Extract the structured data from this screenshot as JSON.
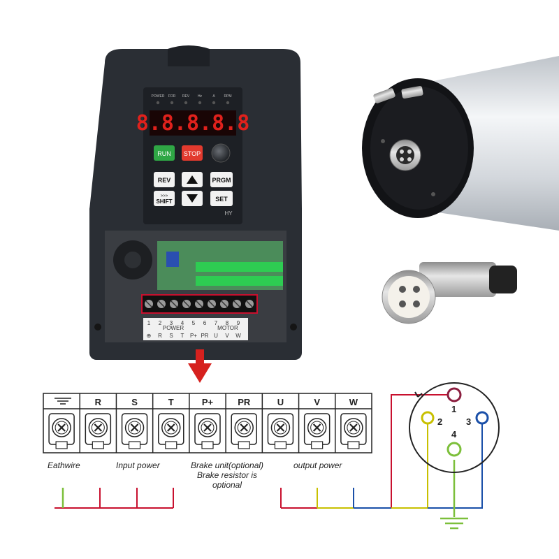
{
  "vfd": {
    "leds": [
      "POWER",
      "FOR",
      "REV",
      "Hz",
      "A",
      "RPM"
    ],
    "display": "8.8.8.8.8",
    "buttons": {
      "run": "RUN",
      "stop": "STOP",
      "rev": "REV",
      "prgm": "PRGM",
      "shift_top": ">>>",
      "shift": "SHIFT",
      "set": "SET"
    },
    "brand": "HY",
    "label_numbers": [
      "1",
      "2",
      "3",
      "4",
      "5",
      "6",
      "7",
      "8",
      "9"
    ],
    "label_bottom": [
      "⊕",
      "R",
      "S",
      "T",
      "P+",
      "PR",
      "U",
      "V",
      "W"
    ],
    "label_power": "POWER",
    "label_motor": "MOTOR"
  },
  "terminals": {
    "headers": [
      "",
      "R",
      "S",
      "T",
      "P+",
      "PR",
      "U",
      "V",
      "W"
    ],
    "captions": {
      "earth": "Eathwire",
      "input": "Input power",
      "brake_line1": "Brake unit(optional)",
      "brake_line2": "Brake resistor is",
      "brake_line3": "optional",
      "output": "output power"
    }
  },
  "connector": {
    "pins": [
      "1",
      "2",
      "3",
      "4"
    ]
  },
  "colors": {
    "red": "#c8102e",
    "yellow": "#c8c000",
    "blue": "#1a4fa8",
    "green": "#7cbf3a",
    "vfd_body": "#2b2f35",
    "spindle_silver": "#d9dde2"
  }
}
